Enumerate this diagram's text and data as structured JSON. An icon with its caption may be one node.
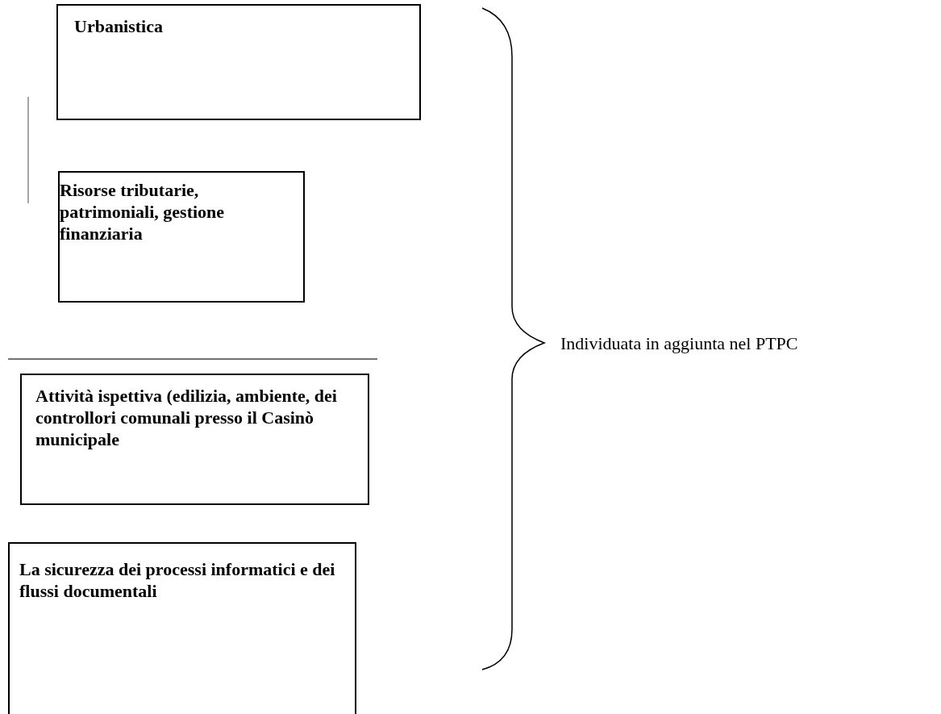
{
  "diagram": {
    "nodes": [
      {
        "text": [
          "Urbanistica"
        ]
      },
      {
        "text": [
          "Risorse tributarie, patrimoniali, gestione finanziaria"
        ]
      },
      {
        "text": [
          "Attività ispettiva (edilizia, ambiente, dei controllori comunali presso il Casinò municipale"
        ]
      },
      {
        "text": [
          "La sicurezza dei processi informatici e dei flussi documentali"
        ]
      }
    ],
    "labels": [
      "Individuata in aggiunta nel PTPC"
    ]
  }
}
